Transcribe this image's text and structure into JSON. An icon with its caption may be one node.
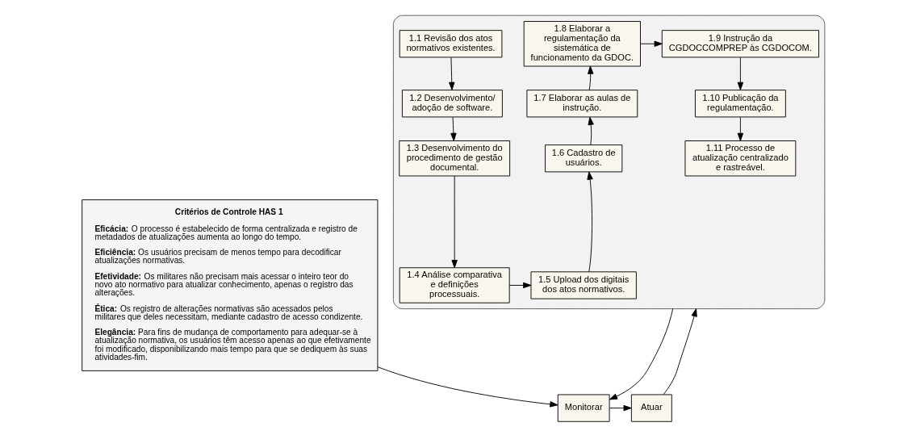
{
  "diagram": {
    "nodes": [
      {
        "text": [
          "Critérios de Controle HAS 1",
          "**Eficácia:** O processo é estabelecido de forma centralizada e registro de metadados de atualizações aumenta ao longo do tempo.",
          "**Eficiência:** Os usuários precisam de menos tempo para decodificar atualizações normativas.",
          "**Efetividade:** Os militares não precisam mais acessar o inteiro teor do novo ato normativo para atualizar conhecimento, apenas o registro das alterações.",
          "**Ética:** Os registro de alterações normativas são acessados pelos militares que deles necessitam, mediante cadastro de acesso condizente.",
          "**Elegância:** Para fins de mudança de comportamento para adequar-se à atualização normativa, os usuários têm acesso apenas ao que efetivamente foi modificado, disponibilizando mais tempo para que se dediquem às suas atividades-fim."
        ]
      },
      {
        "text": [],
        "shape": "box"
      },
      {
        "text": [
          "1.1 Revisão dos atos normativos existentes."
        ],
        "in": 1
      },
      {
        "text": [
          "1.2 Desenvolvimento/ adoção de software."
        ],
        "in": 1
      },
      {
        "text": [
          "1.3 Desenvolvimento do procedimento de gestão documental."
        ],
        "in": 1
      },
      {
        "text": [
          "1.4 Análise comparativa e definições processuais."
        ],
        "in": 1
      },
      {
        "text": [
          "1.5 Upload dos digitais dos atos normativos."
        ],
        "in": 1
      },
      {
        "text": [
          "1.6 Cadastro de usuários."
        ],
        "in": 1
      },
      {
        "text": [
          "1.7 Elaborar as aulas de instrução."
        ],
        "in": 1
      },
      {
        "text": [
          "1.8 Elaborar a regulamentação da sistemática de funcionamento da GDOC."
        ],
        "in": 1
      },
      {
        "text": [
          "1.9 Instrução da CGDOCCOMPREP às CGDOCOM."
        ],
        "in": 1
      },
      {
        "text": [
          "1.10 Publicação da regulamentação."
        ],
        "in": 1
      },
      {
        "text": [
          "1.11 Processo de atualização centralizado e rastreável."
        ],
        "in": 1
      },
      {
        "text": [
          "Monitorar"
        ]
      },
      {
        "text": [
          "Atuar"
        ]
      }
    ],
    "edges": [
      {
        "from": 2,
        "to": 3,
        "arrow": "to"
      },
      {
        "from": 3,
        "to": 4,
        "arrow": "to"
      },
      {
        "from": 4,
        "to": 5,
        "arrow": "to"
      },
      {
        "from": 5,
        "to": 6,
        "arrow": "to"
      },
      {
        "from": 6,
        "to": 7,
        "arrow": "to"
      },
      {
        "from": 7,
        "to": 8,
        "arrow": "to"
      },
      {
        "from": 8,
        "to": 9,
        "arrow": "to"
      },
      {
        "from": 9,
        "to": 10,
        "arrow": "to"
      },
      {
        "from": 10,
        "to": 11,
        "arrow": "to"
      },
      {
        "from": 11,
        "to": 12,
        "arrow": "to"
      },
      {
        "from": 0,
        "to": 13,
        "arrow": "to"
      },
      {
        "from": 1,
        "to": 13,
        "arrow": "to"
      },
      {
        "from": 13,
        "to": 14,
        "arrow": "to"
      },
      {
        "from": 14,
        "to": 1,
        "arrow": "to"
      }
    ]
  }
}
